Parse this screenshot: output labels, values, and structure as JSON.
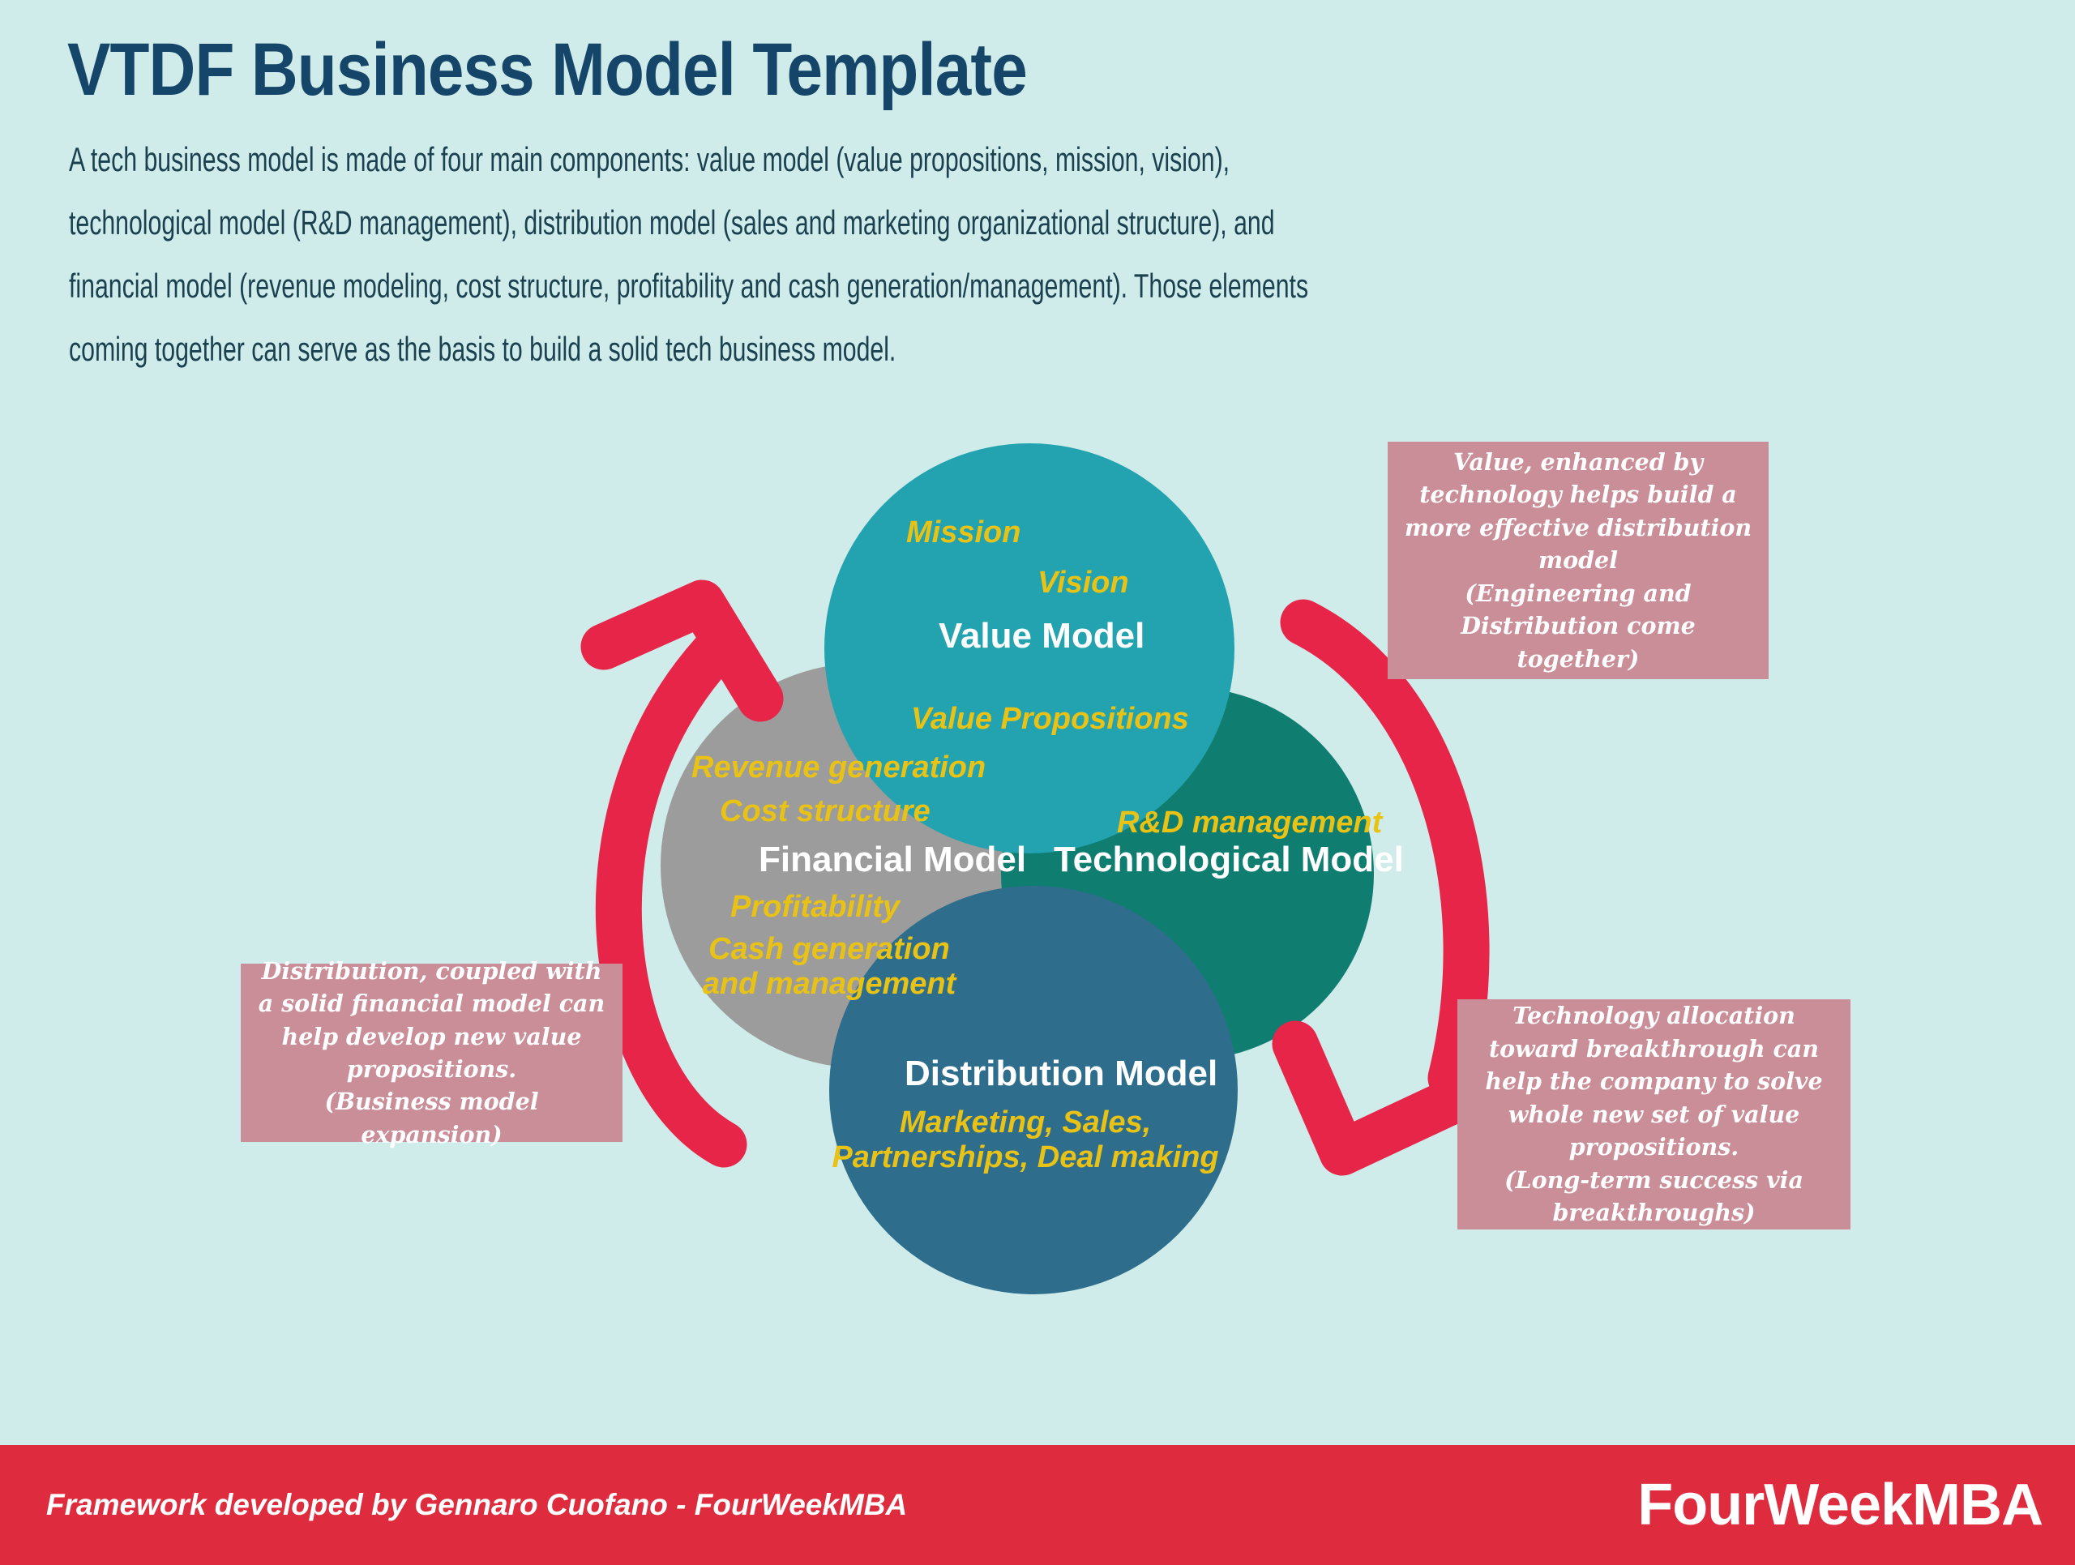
{
  "header": {
    "title": "VTDF Business Model Template",
    "description_lines": [
      "A tech business model is made of four main components: value model (value propositions, mission, vision),",
      "technological model (R&D management), distribution model (sales and marketing organizational structure), and",
      "financial model (revenue modeling, cost structure, profitability and cash generation/management). Those elements",
      "coming together can serve as the basis to build a solid tech business model."
    ]
  },
  "circles": {
    "value": {
      "label": "Value Model",
      "mission": "Mission",
      "vision": "Vision",
      "propositions": "Value Propositions",
      "color": "#23a3af"
    },
    "financial": {
      "label": "Financial Model",
      "revenue": "Revenue generation",
      "cost": "Cost structure",
      "profitability": "Profitability",
      "cash": "Cash generation and management",
      "color": "#9c9c9c"
    },
    "technological": {
      "label": "Technological Model",
      "rd": "R&D management",
      "color": "#107d71"
    },
    "distribution": {
      "label": "Distribution Model",
      "items": "Marketing, Sales, Partnerships, Deal making",
      "color": "#2e6e8c"
    }
  },
  "callouts": {
    "top_right": {
      "main": "Value, enhanced by technology helps build a more effective distribution model",
      "note": "(Engineering and Distribution come together)"
    },
    "left": {
      "main": "Distribution, coupled with a solid financial model can help develop new value propositions.",
      "note": "(Business model expansion)"
    },
    "bottom_right": {
      "main": "Technology allocation toward breakthrough can help the company to solve whole new set of value propositions.",
      "note": "(Long-term success via breakthroughs)"
    }
  },
  "footer": {
    "credit": "Framework developed by Gennaro Cuofano - FourWeekMBA",
    "brand": "FourWeekMBA"
  },
  "colors": {
    "background": "#cfecea",
    "title": "#15466a",
    "body_text": "#1b4150",
    "accent_yellow": "#e9c216",
    "callout_pink": "#ca8e99",
    "arrow_red": "#e62549",
    "footer_red": "#de2b3e"
  }
}
